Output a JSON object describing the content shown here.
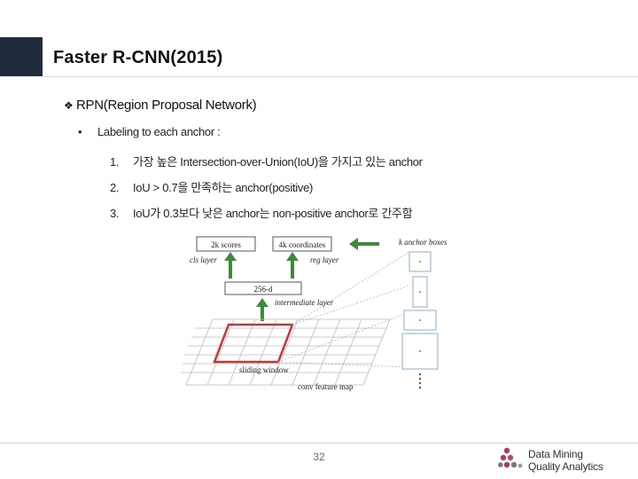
{
  "slide": {
    "title": "Faster R-CNN(2015)",
    "heading_marker": "❖",
    "heading": "RPN(Region Proposal Network)",
    "bullet_marker": "•",
    "bullet": "Labeling to each anchor :",
    "items": [
      {
        "num": "1.",
        "text": "가장 높은 Intersection-over-Union(IoU)을 가지고 있는 anchor"
      },
      {
        "num": "2.",
        "text": "IoU > 0.7을 만족하는 anchor(positive)"
      },
      {
        "num": "3.",
        "text": "IoU가 0.3보다 낮은 anchor는 non-positive anchor로 간주함"
      }
    ],
    "page_number": "32"
  },
  "figure": {
    "scores_label": "2k scores",
    "coords_label": "4k coordinates",
    "anchor_boxes_label": "k anchor boxes",
    "cls_label": "cls layer",
    "reg_label": "reg layer",
    "vector_label": "256-d",
    "intermediate_label": "intermediate layer",
    "sliding_label": "sliding window",
    "feature_map_label": "conv feature map"
  },
  "logo": {
    "line1": "Data Mining",
    "line2": "Quality Analytics"
  },
  "colors": {
    "accent": "#1f2a3c",
    "arrow_green": "#3c8a3c",
    "window_red": "#c0393a",
    "anchor_blue": "#9bbbd8"
  }
}
